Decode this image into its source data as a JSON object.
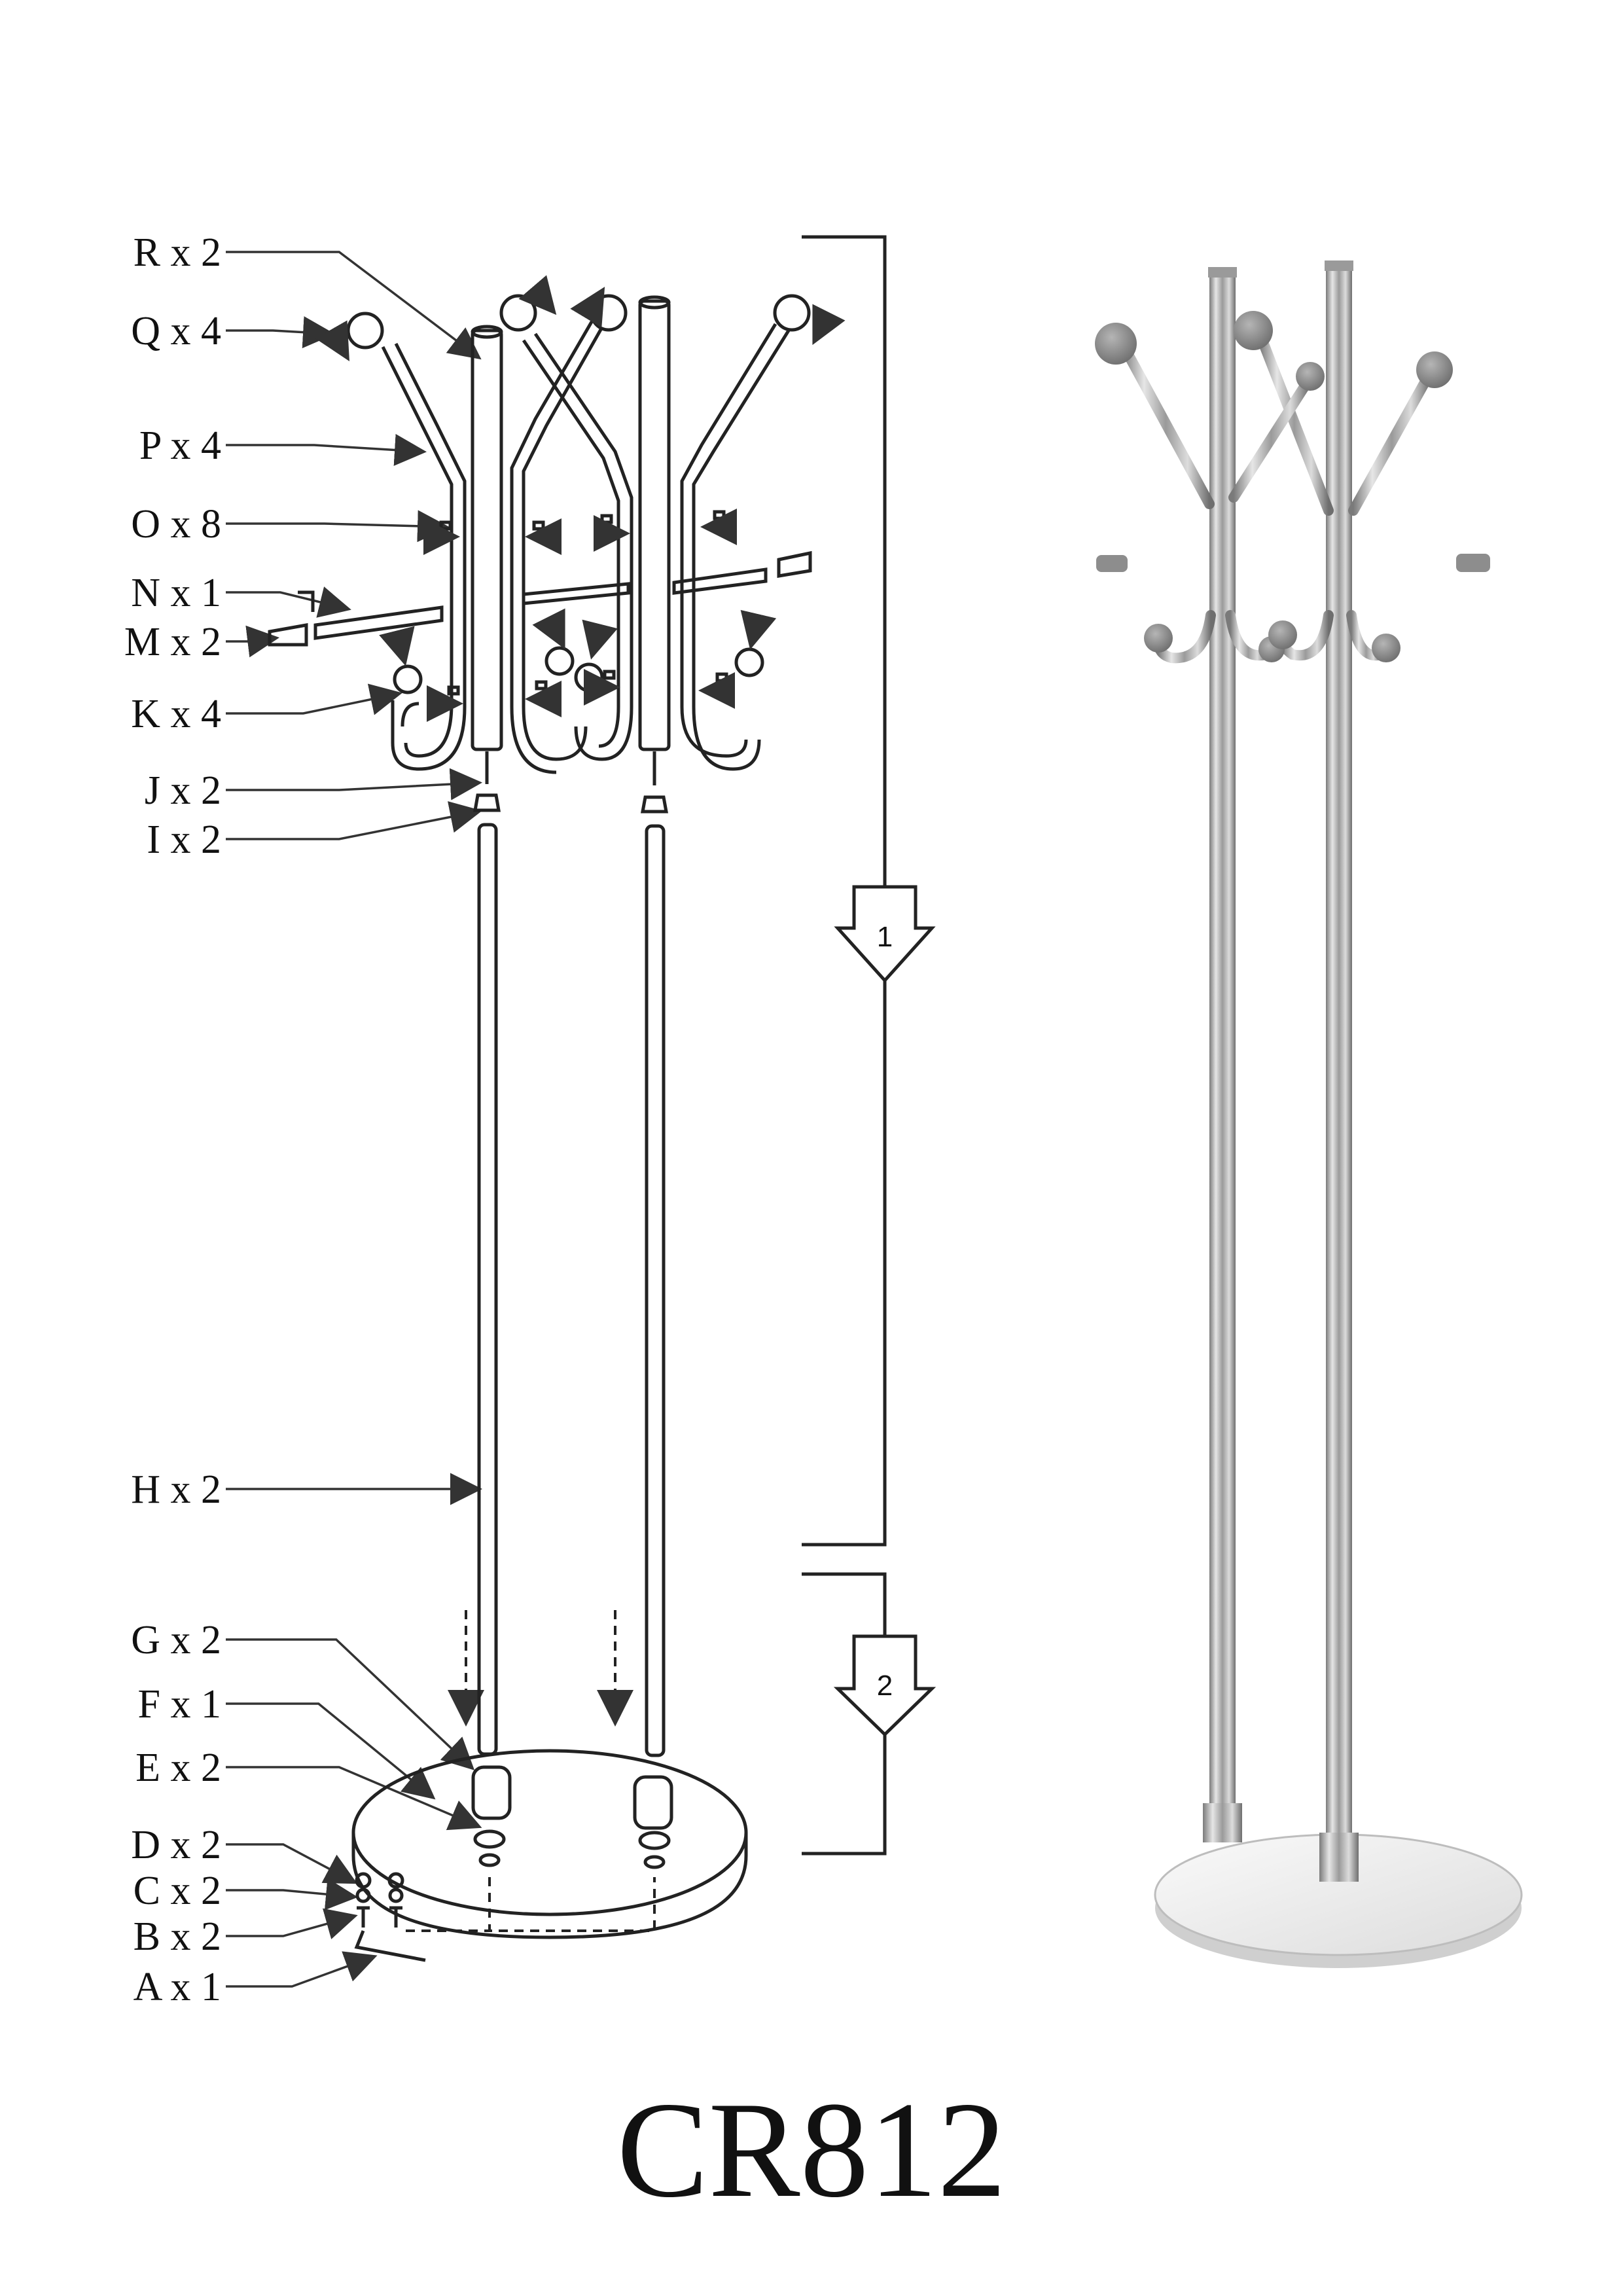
{
  "model": "CR812",
  "parts": [
    {
      "code": "R",
      "qty": "R x 2"
    },
    {
      "code": "Q",
      "qty": "Q x 4"
    },
    {
      "code": "P",
      "qty": "P x 4"
    },
    {
      "code": "O",
      "qty": "O x 8"
    },
    {
      "code": "N",
      "qty": "N x 1"
    },
    {
      "code": "M",
      "qty": "M x 2"
    },
    {
      "code": "K",
      "qty": "K x 4"
    },
    {
      "code": "J",
      "qty": "J x 2"
    },
    {
      "code": "I",
      "qty": "I x 2"
    },
    {
      "code": "H",
      "qty": "H x 2"
    },
    {
      "code": "G",
      "qty": "G x 2"
    },
    {
      "code": "F",
      "qty": "F x 1"
    },
    {
      "code": "E",
      "qty": "E x 2"
    },
    {
      "code": "D",
      "qty": "D x 2"
    },
    {
      "code": "C",
      "qty": "C x 2"
    },
    {
      "code": "B",
      "qty": "B x 2"
    },
    {
      "code": "A",
      "qty": "A x 1"
    }
  ],
  "steps": [
    "1",
    "2"
  ],
  "colors": {
    "line": "#222222",
    "ball": "#8a8a8a",
    "chrome": "#c9c9c9",
    "marble": "#eeeeee"
  }
}
